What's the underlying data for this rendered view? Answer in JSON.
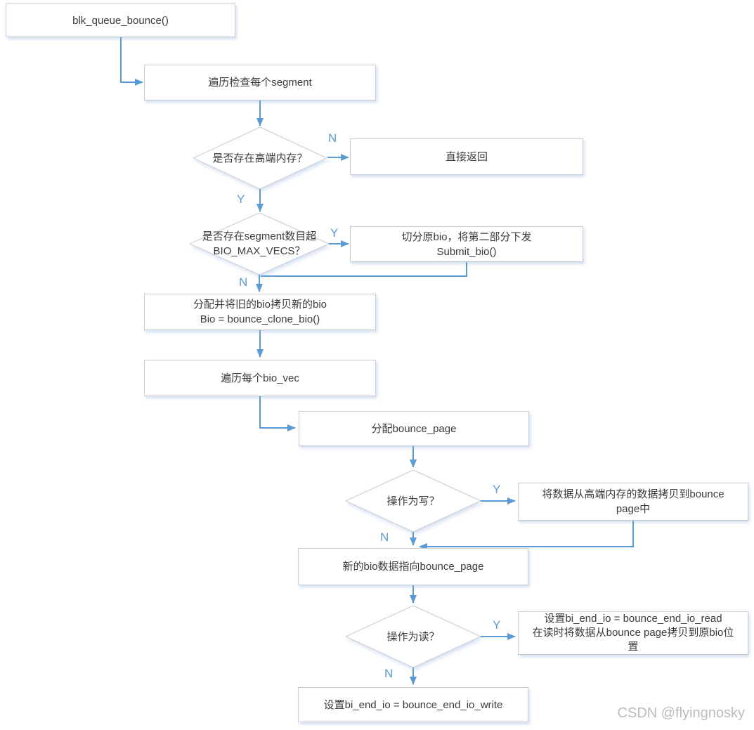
{
  "nodes": {
    "start": "blk_queue_bounce()",
    "iterate_segments": "遍历检查每个segment",
    "has_highmem": "是否存在高端内存？",
    "direct_return": "直接返回",
    "segment_exceeds": "是否存在segment数目超\nBIO_MAX_VECS？",
    "split_bio": "切分原bio，将第二部分下发\nSubmit_bio()",
    "clone_bio": "分配并将旧的bio拷贝新的bio\nBio = bounce_clone_bio()",
    "iterate_bio_vec": "遍历每个bio_vec",
    "alloc_bounce_page": "分配bounce_page",
    "is_write": "操作为写？",
    "copy_to_bounce_page": "将数据从高端内存的数据拷贝到bounce\npage中",
    "bio_points_bounce_page": "新的bio数据指向bounce_page",
    "is_read": "操作为读？",
    "set_bi_end_io_read": "设置bi_end_io = bounce_end_io_read\n在读时将数据从bounce page拷贝到原bio位\n置",
    "set_bi_end_io_write": "设置bi_end_io = bounce_end_io_write"
  },
  "branch_labels": {
    "highmem_no": "N",
    "highmem_yes": "Y",
    "exceeds_yes": "Y",
    "exceeds_no": "N",
    "write_yes": "Y",
    "write_no": "N",
    "read_yes": "Y",
    "read_no": "N"
  },
  "watermark": "CSDN @flyingnosky",
  "colors": {
    "line": "#5B9BD5",
    "branch_label": "#5B9BD5",
    "box_border": "#C9CDD2",
    "box_fill": "#FFFFFF",
    "text": "#3B3B3B",
    "watermark": "#B9BCC1"
  }
}
